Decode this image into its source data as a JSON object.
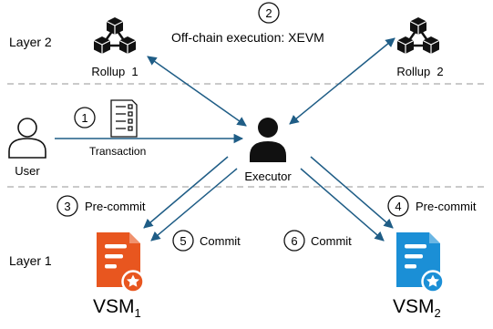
{
  "layers": {
    "top": "Layer 2",
    "bottom": "Layer 1"
  },
  "steps": [
    {
      "num": "1",
      "text": ""
    },
    {
      "num": "2",
      "text": "Off-chain execution: XEVM"
    },
    {
      "num": "3",
      "text": "Pre-commit"
    },
    {
      "num": "4",
      "text": "Pre-commit"
    },
    {
      "num": "5",
      "text": "Commit"
    },
    {
      "num": "6",
      "text": "Commit"
    }
  ],
  "nodes": {
    "rollup1": "Rollup  1",
    "rollup2": "Rollup  2",
    "user": "User",
    "executor": "Executor",
    "transaction": "Transaction",
    "vsm1": {
      "base": "VSM",
      "sub": "1"
    },
    "vsm2": {
      "base": "VSM",
      "sub": "2"
    }
  },
  "colors": {
    "arrow": "#1f5d86",
    "divider": "#aaaaaa",
    "vsm1": "#e8561f",
    "vsm2": "#1b8fd6",
    "icon": "#111111"
  },
  "icons": [
    "blockchain-icon",
    "user-icon",
    "transaction-list-icon",
    "executor-person-icon",
    "document-star-icon"
  ]
}
